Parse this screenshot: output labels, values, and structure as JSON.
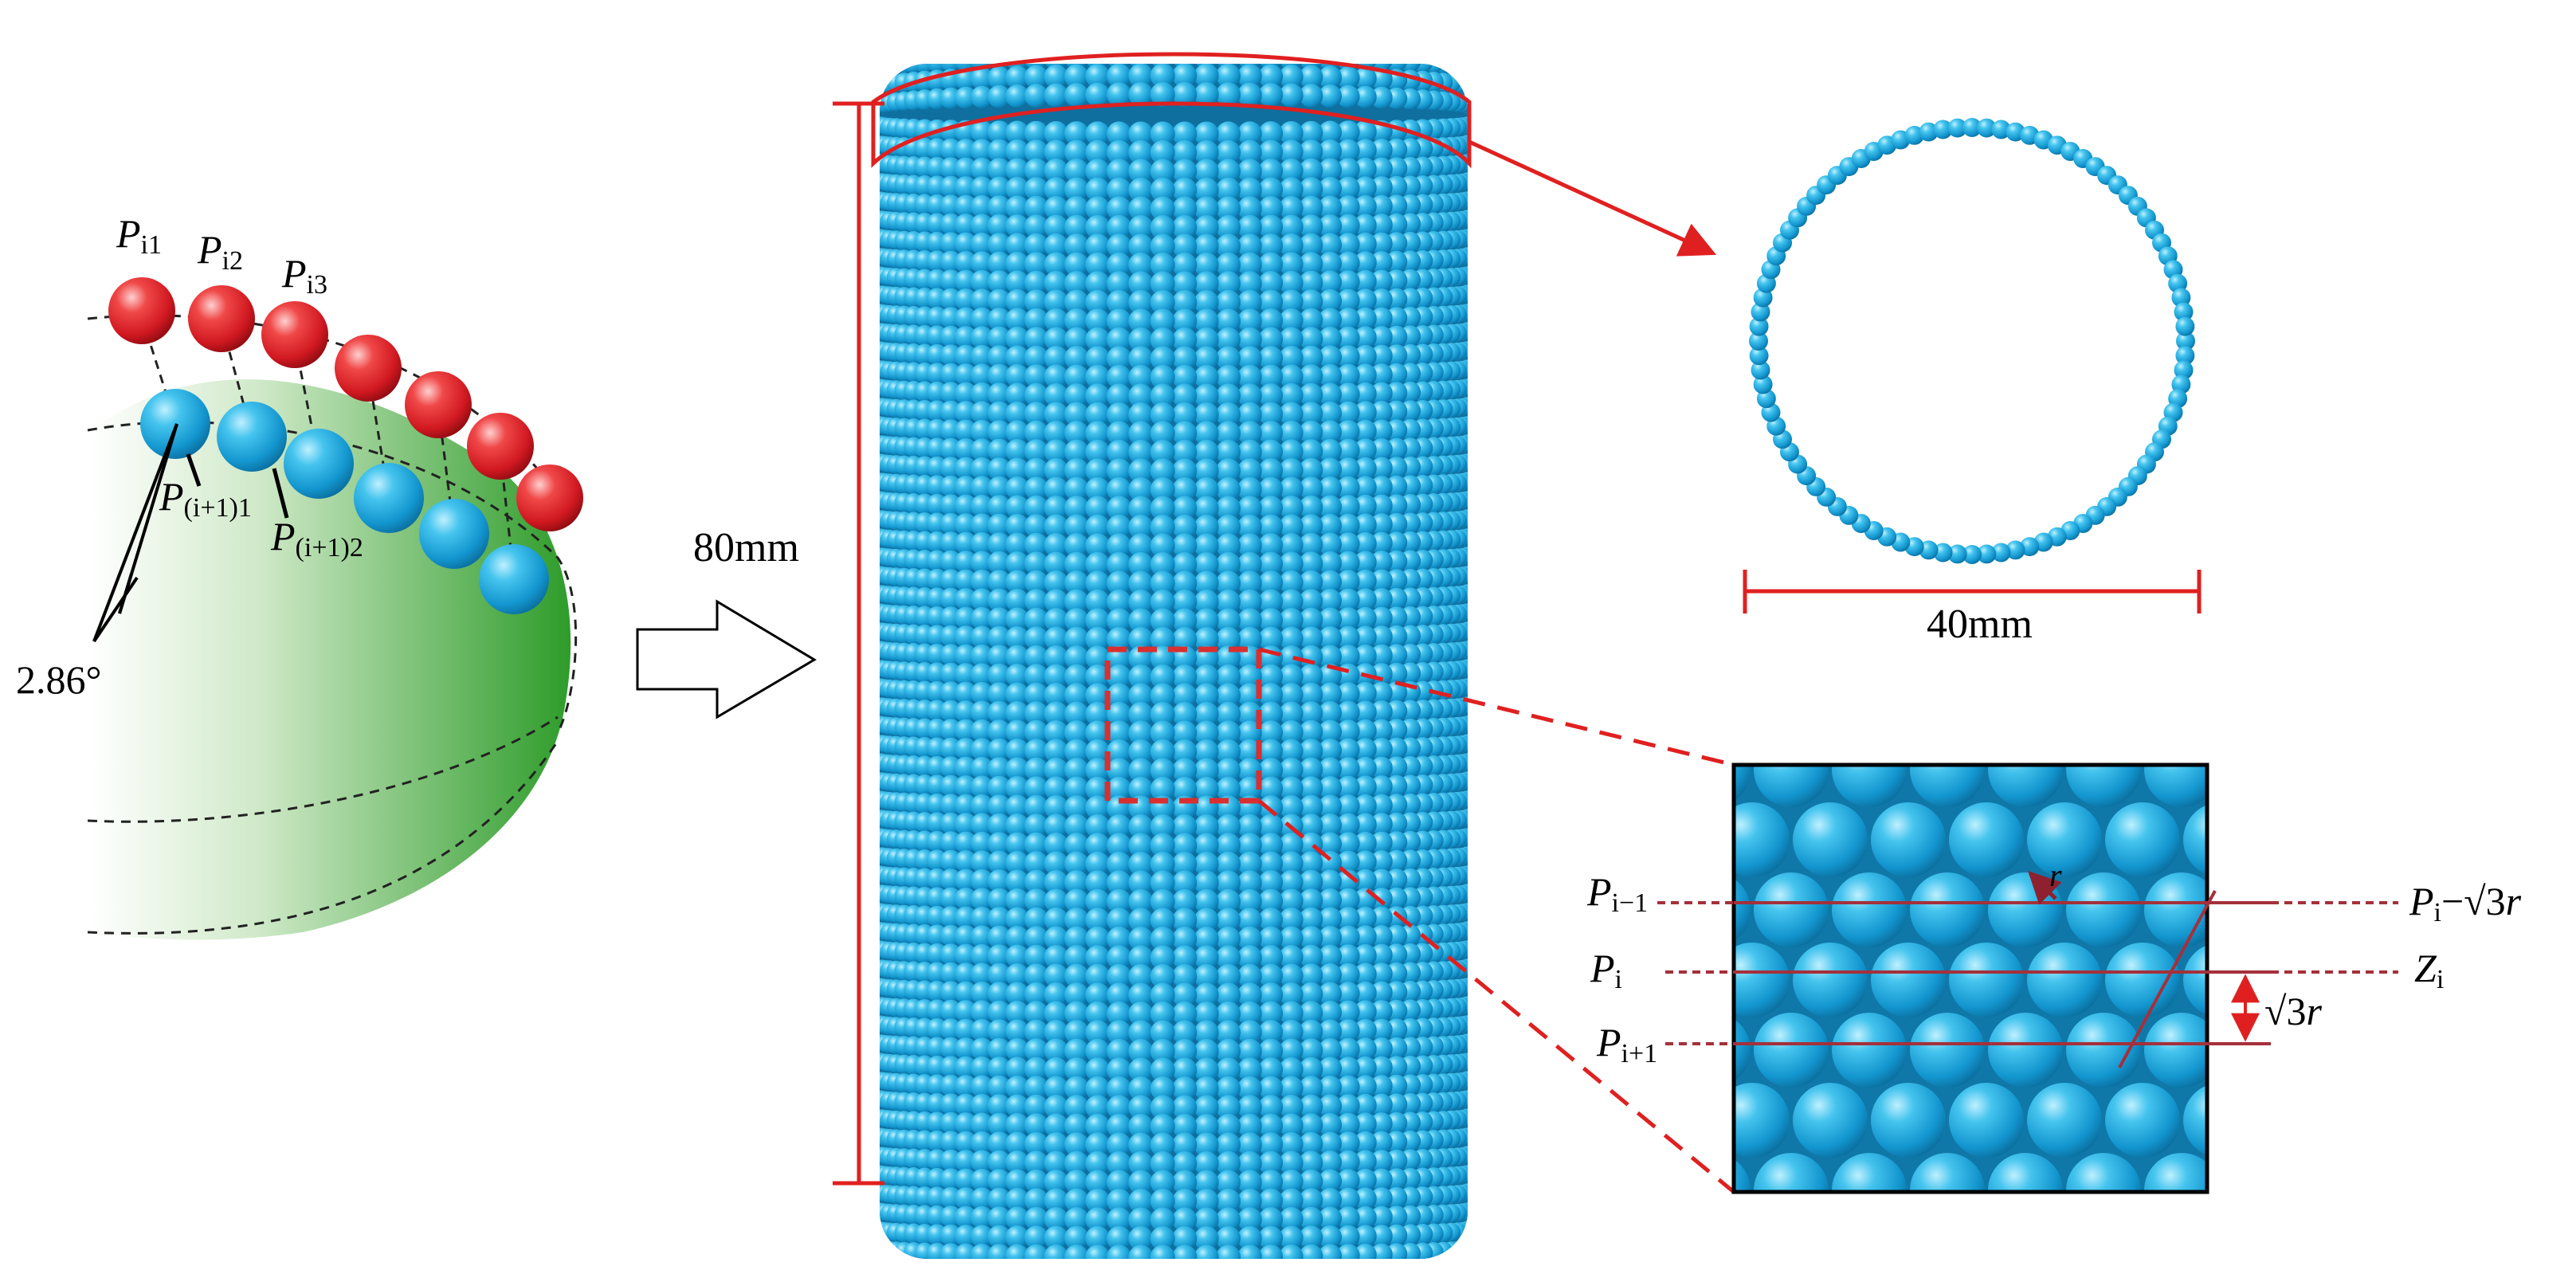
{
  "colors": {
    "particle_blue": "#19a6d8",
    "particle_red": "#e51c24",
    "annotation_red": "#e02020",
    "line_dark_red": "#a5303a",
    "wedge_green": "#33a532"
  },
  "left_panel": {
    "p_i1": {
      "base": "P",
      "sub": "i1"
    },
    "p_i2": {
      "base": "P",
      "sub": "i2"
    },
    "p_i3": {
      "base": "P",
      "sub": "i3"
    },
    "p_next1": {
      "base": "P",
      "sub": "(i+1)1"
    },
    "p_next2": {
      "base": "P",
      "sub": "(i+1)2"
    },
    "angle": "2.86°"
  },
  "cylinder": {
    "height_label": "80mm"
  },
  "ring": {
    "diameter_label": "40mm"
  },
  "zoom": {
    "p_im1": {
      "base": "P",
      "sub": "i−1"
    },
    "p_i": {
      "base": "P",
      "sub": "i"
    },
    "p_ip1": {
      "base": "P",
      "sub": "i+1"
    },
    "r_label": "r",
    "right_top": {
      "base": "P",
      "sub": "i",
      "rest": "−√3",
      "var": "r"
    },
    "right_mid": {
      "base": "Z",
      "sub": "i"
    },
    "spacing": {
      "root": "√3",
      "var": "r"
    }
  }
}
